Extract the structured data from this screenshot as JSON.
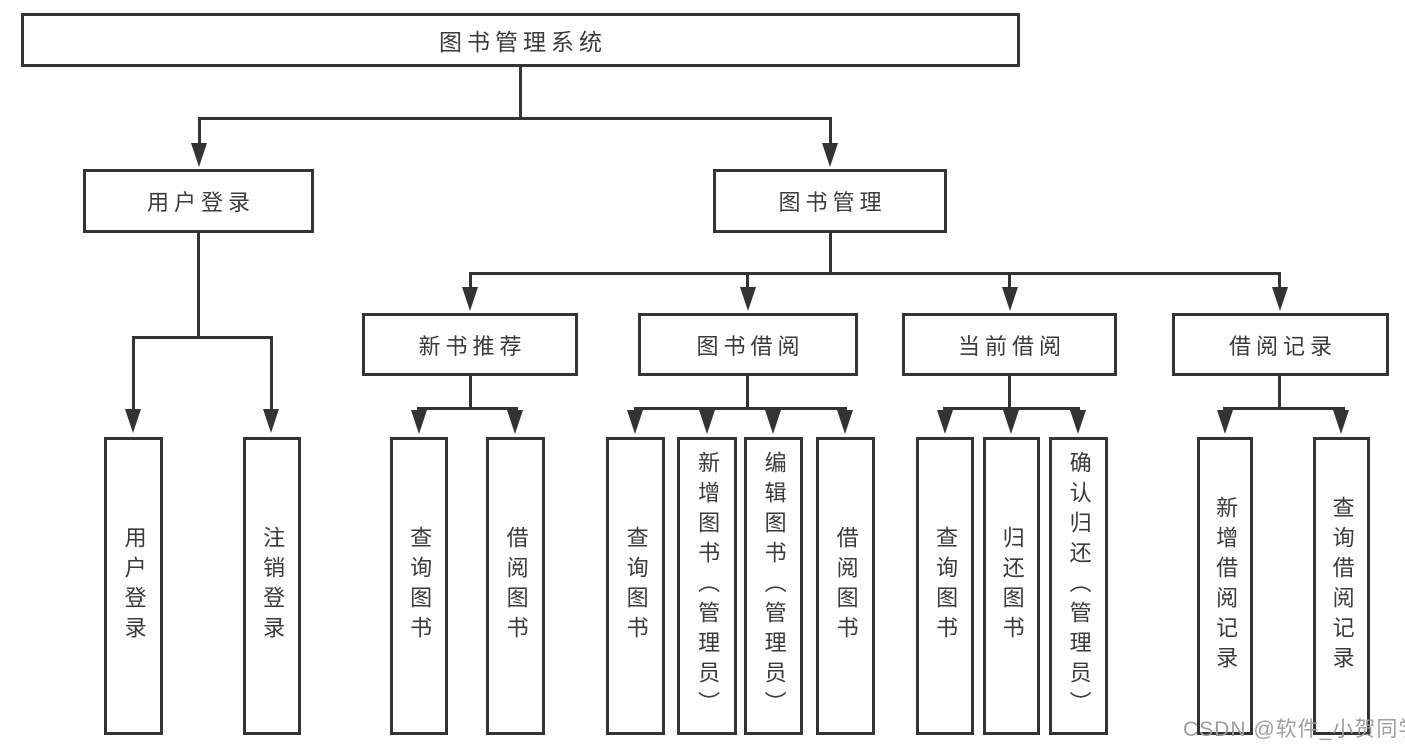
{
  "diagram": {
    "root": "图书管理系统",
    "level2": [
      "用户登录",
      "图书管理"
    ],
    "level3": [
      "新书推荐",
      "图书借阅",
      "当前借阅",
      "借阅记录"
    ],
    "leaves": [
      "用户登录",
      "注销登录",
      "查询图书",
      "借阅图书",
      "查询图书",
      "新增图书（管理员）",
      "编辑图书（管理员）",
      "借阅图书",
      "查询图书",
      "归还图书",
      "确认归还（管理员）",
      "新增借阅记录",
      "查询借阅记录"
    ]
  },
  "watermark": {
    "text": "CSDN @软件_小贺同学"
  },
  "colors": {
    "line": "#333333",
    "text": "#3a3a3a",
    "box_background": "#ffffff",
    "watermark": "#9e9e9e"
  }
}
